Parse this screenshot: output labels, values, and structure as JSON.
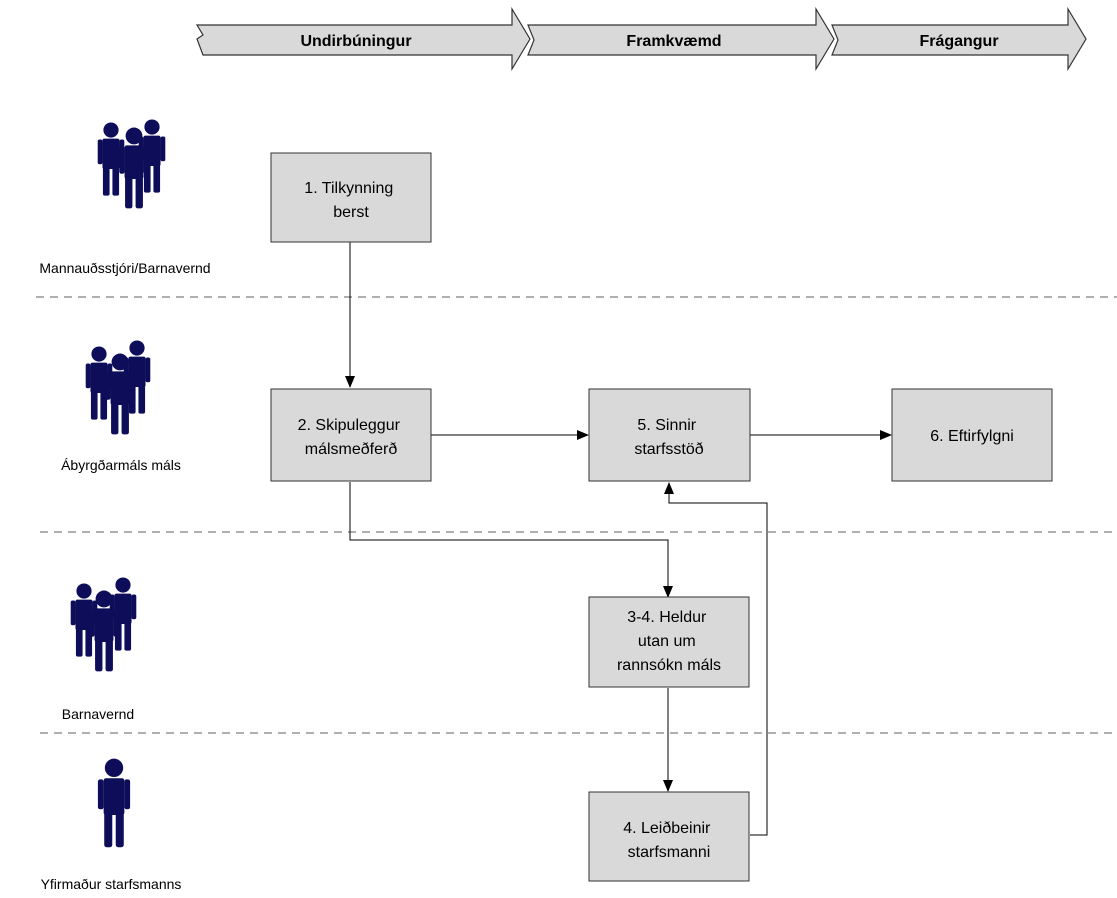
{
  "colors": {
    "person": "#0d0d59",
    "box_fill": "#d9d9d9",
    "phase_fill": "#d9d9d9"
  },
  "phases": [
    {
      "label": "Undirbúningur"
    },
    {
      "label": "Framkvæmd"
    },
    {
      "label": "Frágangur"
    }
  ],
  "lanes": [
    {
      "label": "Mannauðsstjóri/Barnavernd",
      "icon": "group-icon"
    },
    {
      "label": "Ábyrgðarmáls máls",
      "icon": "group-icon"
    },
    {
      "label": "Barnavernd",
      "icon": "group-icon"
    },
    {
      "label": "Yfirmaður starfsmanns",
      "icon": "person-icon"
    }
  ],
  "steps": {
    "s1": {
      "lines": [
        "1. Tilkynning",
        "berst"
      ]
    },
    "s2": {
      "lines": [
        "2. Skipuleggur",
        "málsmeðferð"
      ]
    },
    "s5": {
      "lines": [
        "5. Sinnir",
        "starfsstöð"
      ]
    },
    "s6": {
      "lines": [
        "6. Eftirfylgni"
      ]
    },
    "s34": {
      "lines": [
        "3-4. Heldur",
        "utan um",
        "rannsókn máls"
      ]
    },
    "s4": {
      "lines": [
        "4. Leiðbeinir",
        "starfsmanni"
      ]
    }
  }
}
